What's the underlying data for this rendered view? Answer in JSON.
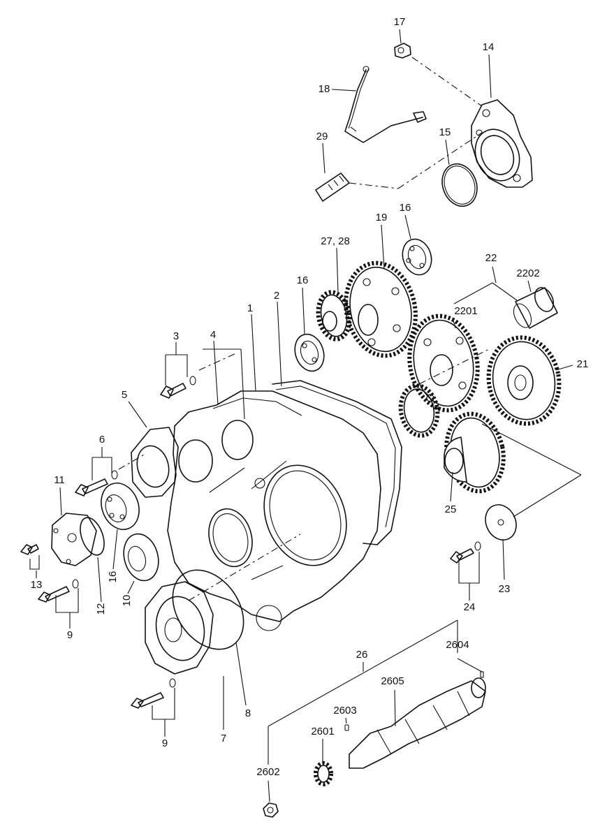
{
  "callouts": [
    {
      "id": "c1",
      "text": "1"
    },
    {
      "id": "c2",
      "text": "2"
    },
    {
      "id": "c3",
      "text": "3"
    },
    {
      "id": "c4",
      "text": "4"
    },
    {
      "id": "c5",
      "text": "5"
    },
    {
      "id": "c6",
      "text": "6"
    },
    {
      "id": "c7",
      "text": "7"
    },
    {
      "id": "c8",
      "text": "8"
    },
    {
      "id": "c9a",
      "text": "9"
    },
    {
      "id": "c9b",
      "text": "9"
    },
    {
      "id": "c10",
      "text": "10"
    },
    {
      "id": "c11",
      "text": "11"
    },
    {
      "id": "c12",
      "text": "12"
    },
    {
      "id": "c13",
      "text": "13"
    },
    {
      "id": "c14",
      "text": "14"
    },
    {
      "id": "c15",
      "text": "15"
    },
    {
      "id": "c16a",
      "text": "16"
    },
    {
      "id": "c16b",
      "text": "16"
    },
    {
      "id": "c16c",
      "text": "16"
    },
    {
      "id": "c17",
      "text": "17"
    },
    {
      "id": "c18",
      "text": "18"
    },
    {
      "id": "c19",
      "text": "19"
    },
    {
      "id": "c21",
      "text": "21"
    },
    {
      "id": "c22",
      "text": "22"
    },
    {
      "id": "c2201",
      "text": "2201"
    },
    {
      "id": "c2202",
      "text": "2202"
    },
    {
      "id": "c23",
      "text": "23"
    },
    {
      "id": "c24",
      "text": "24"
    },
    {
      "id": "c25",
      "text": "25"
    },
    {
      "id": "c26",
      "text": "26"
    },
    {
      "id": "c2601",
      "text": "2601"
    },
    {
      "id": "c2602",
      "text": "2602"
    },
    {
      "id": "c2603",
      "text": "2603"
    },
    {
      "id": "c2604",
      "text": "2604"
    },
    {
      "id": "c2605",
      "text": "2605"
    },
    {
      "id": "c2728",
      "text": "27, 28"
    },
    {
      "id": "c29",
      "text": "29"
    }
  ]
}
